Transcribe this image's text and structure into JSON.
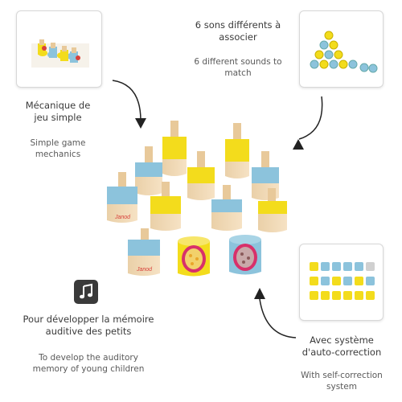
{
  "features": [
    {
      "title_fr": "Mécanique de jeu simple",
      "title_en": "Simple game mechanics",
      "icon": "photo-thumbnail"
    },
    {
      "title_fr": "6 sons différents à associer",
      "title_en": "6 different sounds to match",
      "icon": "photo-thumbnail"
    },
    {
      "title_fr": "Pour développer la mémoire auditive des petits",
      "title_en": "To develop the auditory memory of young children",
      "icon": "music-note-icon"
    },
    {
      "title_fr": "Avec système d'auto-correction",
      "title_en": "With self-correction system",
      "icon": "photo-thumbnail"
    }
  ],
  "brand": "Janod",
  "colors": {
    "blue": "#8cc3dc",
    "yellow": "#f3dc1c",
    "wood": "#f0d7b2",
    "peg": "#e8c99a",
    "brand_red": "#d8403a",
    "text": "#3a3a3a"
  }
}
